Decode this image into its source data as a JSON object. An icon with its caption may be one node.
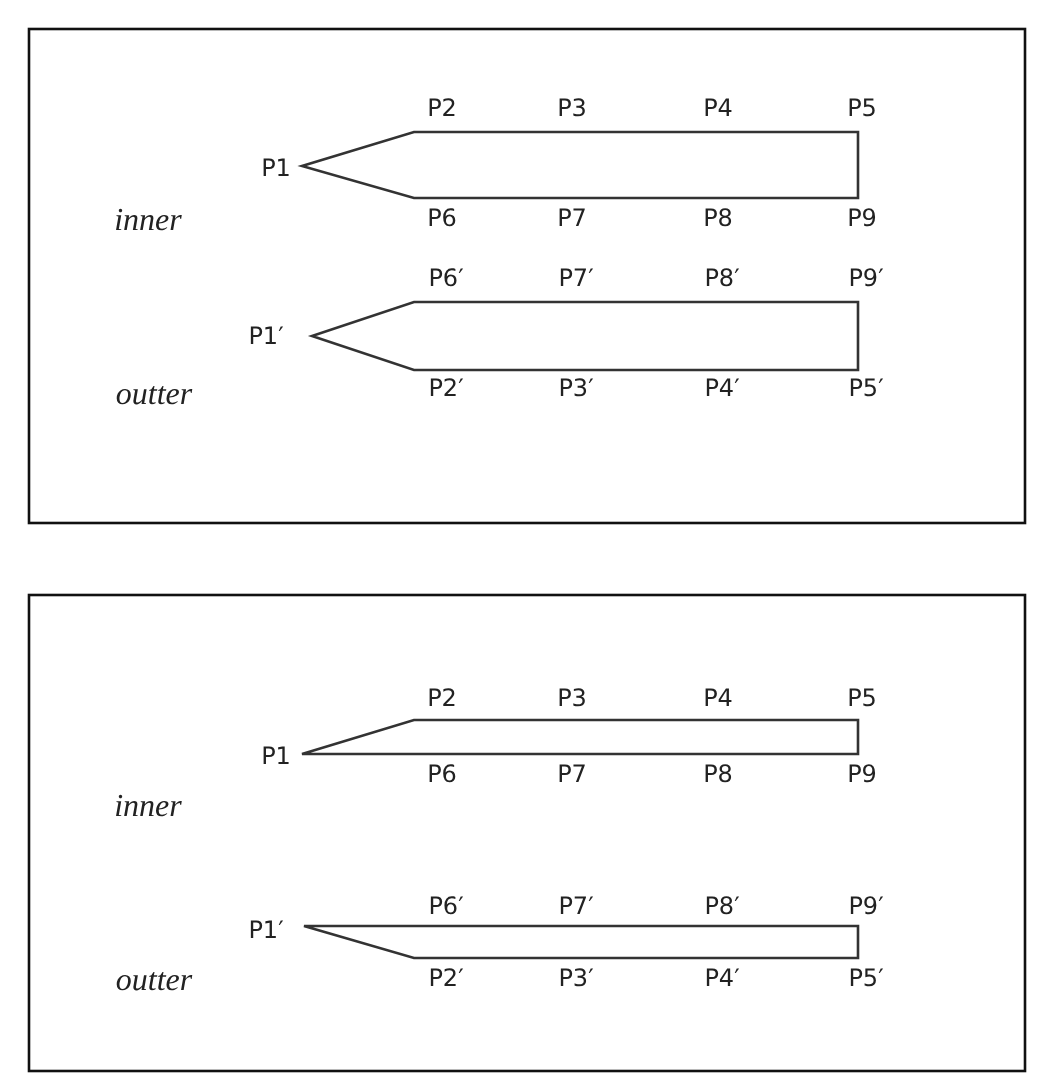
{
  "diagram": {
    "labels": [
      "P2",
      "P3",
      "P4",
      "P5",
      "P1",
      "inner",
      "P6",
      "P7",
      "P8",
      "P9",
      "P6′",
      "P7′",
      "P8′",
      "P9′",
      "P1′",
      "outter",
      "P2′",
      "P3′",
      "P4′",
      "P5′",
      "P2",
      "P3",
      "P4",
      "P5",
      "P1",
      "P6",
      "P7",
      "P8",
      "P9",
      "inner",
      "P6′",
      "P7′",
      "P8′",
      "P9′",
      "P1′",
      "outter",
      "P2′",
      "P3′",
      "P4′",
      "P5′"
    ]
  }
}
